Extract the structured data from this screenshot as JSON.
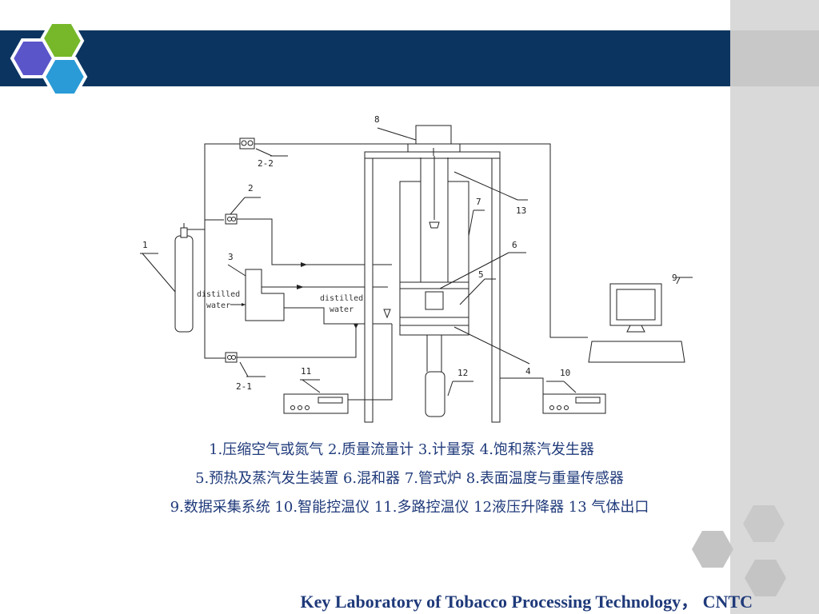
{
  "diagram": {
    "labels": {
      "n1": "1",
      "n2": "2",
      "n2_1": "2-1",
      "n2_2": "2-2",
      "n3": "3",
      "n4": "4",
      "n5": "5",
      "n6": "6",
      "n7": "7",
      "n8": "8",
      "n9": "9",
      "n10": "10",
      "n11": "11",
      "n12": "12",
      "n13": "13"
    },
    "distilled_left": "distilled",
    "water_left": "water",
    "distilled_right": "distilled",
    "water_right": "water"
  },
  "legend": {
    "line1": "1.压缩空气或氮气 2.质量流量计 3.计量泵 4.饱和蒸汽发生器",
    "line2": "5.预热及蒸汽发生装置 6.混和器 7.管式炉 8.表面温度与重量传感器",
    "line3": "9.数据采集系统 10.智能控温仪 11.多路控温仪 12液压升降器 13 气体出口"
  },
  "footer": "Key Laboratory of Tobacco Processing Technology， CNTC",
  "colors": {
    "header": "#0b3560",
    "text_blue": "#1f3a7a",
    "gray_band": "#d9d9d9",
    "hex_purple": "#5a55c9",
    "hex_green": "#76b82a",
    "hex_blue": "#2a9bd6",
    "hex_gray": "#c4c4c4"
  }
}
